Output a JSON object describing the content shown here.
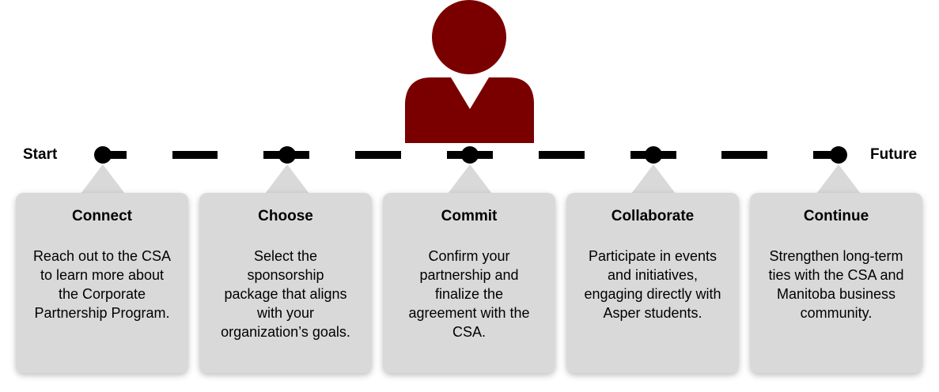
{
  "timeline": {
    "start_label": "Start",
    "end_label": "Future"
  },
  "colors": {
    "accent": "#7a0000",
    "card": "#d9d9d9",
    "line": "#000000"
  },
  "icon": "person-icon",
  "steps": [
    {
      "title": "Connect",
      "body": "Reach out to the CSA to learn more about the Corporate Partnership Program."
    },
    {
      "title": "Choose",
      "body": "Select the sponsorship package that aligns with your organization’s goals."
    },
    {
      "title": "Commit",
      "body": "Confirm your partnership and finalize the agreement with the CSA."
    },
    {
      "title": "Collaborate",
      "body": "Participate in events and initiatives, engaging directly with Asper students."
    },
    {
      "title": "Continue",
      "body": "Strengthen long-term ties with the CSA and Manitoba business community."
    }
  ]
}
